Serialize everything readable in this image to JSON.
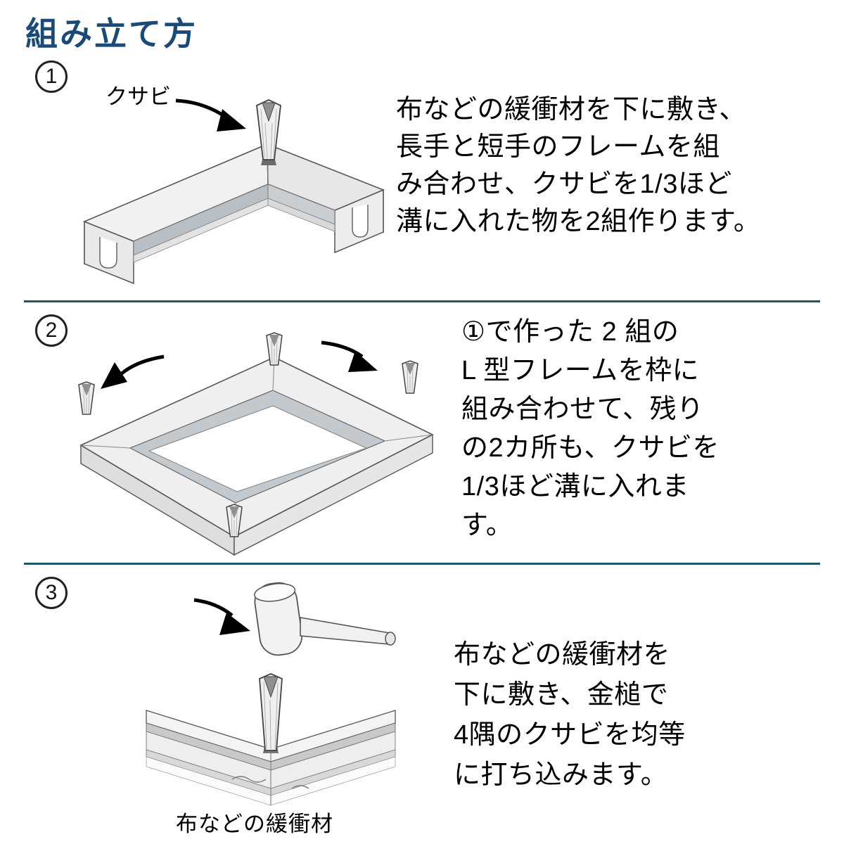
{
  "page": {
    "title": "組み立て方",
    "colors": {
      "accent": "#1a4a78",
      "divider": "#1e556b",
      "text": "#000000"
    }
  },
  "steps": [
    {
      "number": "1",
      "wedge_label": "クサビ",
      "text": "布などの緩衝材を下に敷き、\n長手と短手のフレームを組\nみ合わせ、クサビを1/3ほど\n溝に入れた物を2組作ります。"
    },
    {
      "number": "2",
      "text": "①で作った 2 組の\nL 型フレームを枠に\n組み合わせて、残り\nの2カ所も、クサビを\n1/3ほど溝に入れま\nす。"
    },
    {
      "number": "3",
      "text": "布などの緩衝材を\n下に敷き、金槌で\n4隅のクサビを均等\nに打ち込みます。",
      "caption": "布などの緩衝材"
    }
  ],
  "icons": {
    "arrow-icon": "solid-black-arrow",
    "wedge-icon": "frame-corner-wedge",
    "mallet-icon": "wooden-mallet"
  }
}
